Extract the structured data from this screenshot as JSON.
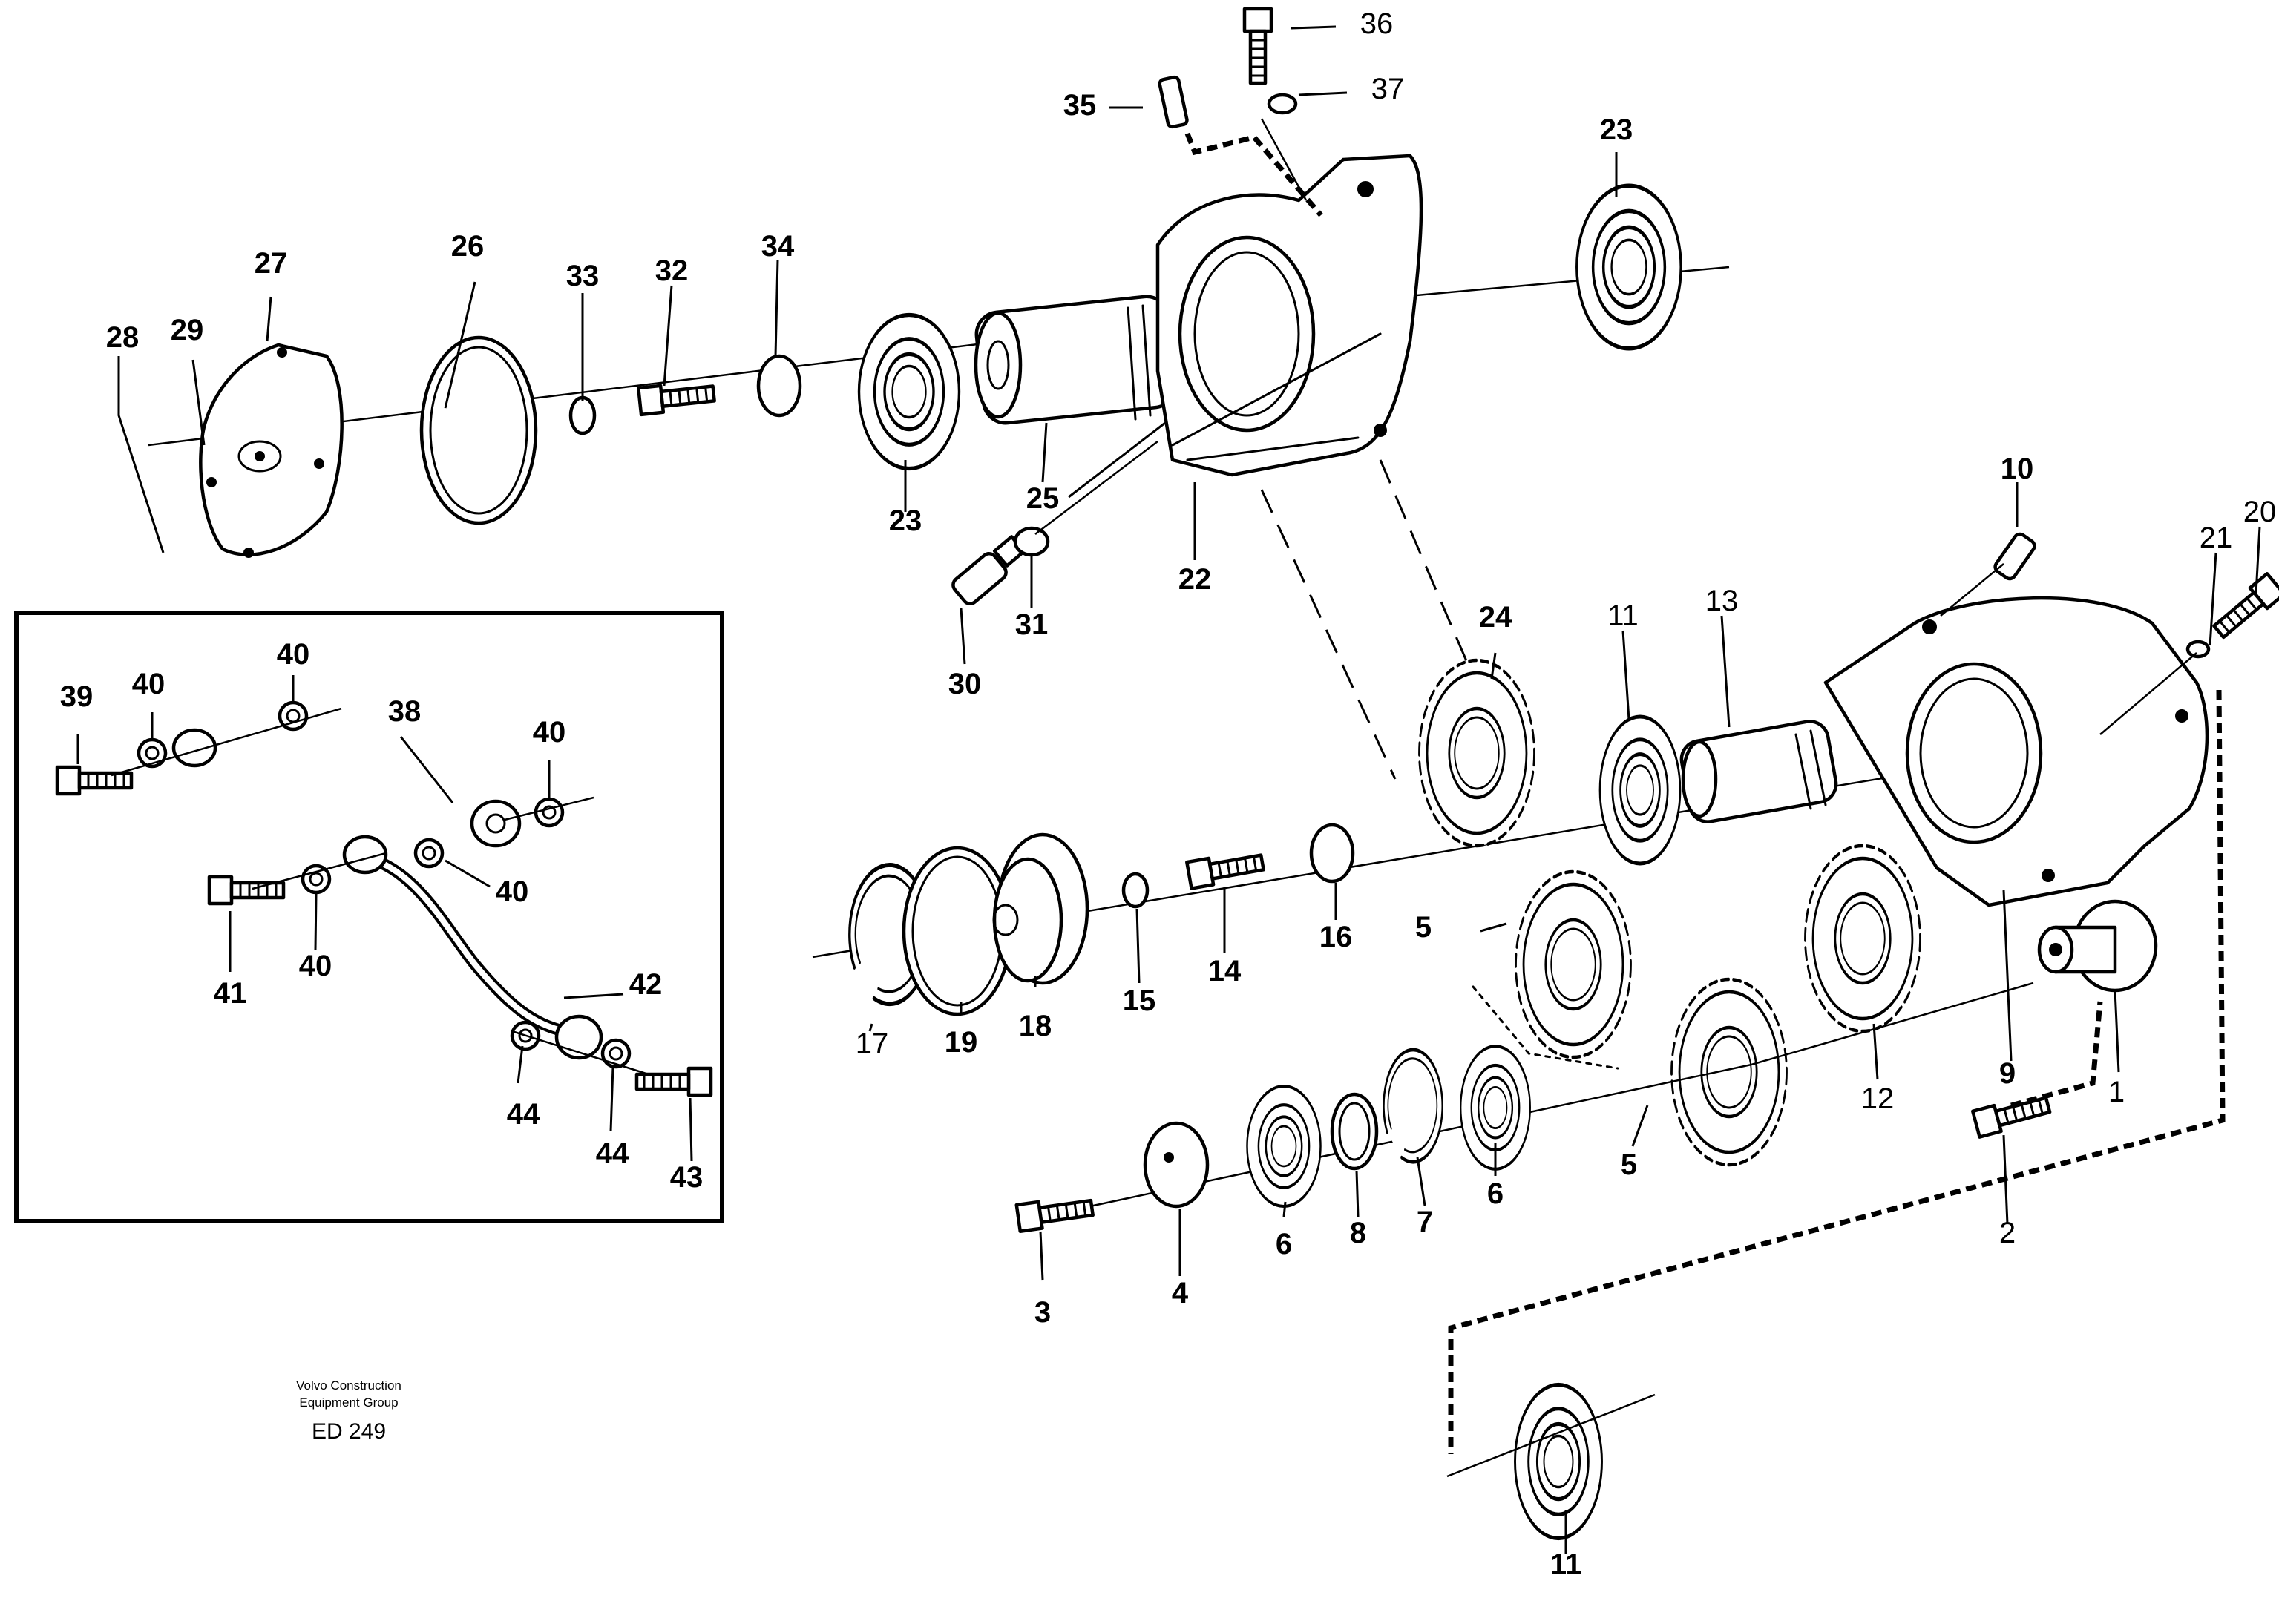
{
  "credit": {
    "line1": "Volvo Construction",
    "line2": "Equipment Group",
    "code": "ED 249"
  },
  "callouts": [
    {
      "key": "c1",
      "text": "1",
      "bold": false
    },
    {
      "key": "c2",
      "text": "2",
      "bold": false
    },
    {
      "key": "c3",
      "text": "3",
      "bold": true
    },
    {
      "key": "c4",
      "text": "4",
      "bold": true
    },
    {
      "key": "c5a",
      "text": "5",
      "bold": true
    },
    {
      "key": "c5b",
      "text": "5",
      "bold": true
    },
    {
      "key": "c6a",
      "text": "6",
      "bold": true
    },
    {
      "key": "c6b",
      "text": "6",
      "bold": true
    },
    {
      "key": "c7",
      "text": "7",
      "bold": true
    },
    {
      "key": "c8",
      "text": "8",
      "bold": true
    },
    {
      "key": "c9",
      "text": "9",
      "bold": true
    },
    {
      "key": "c10",
      "text": "10",
      "bold": true
    },
    {
      "key": "c11a",
      "text": "11",
      "bold": false
    },
    {
      "key": "c11b",
      "text": "11",
      "bold": true
    },
    {
      "key": "c12",
      "text": "12",
      "bold": false
    },
    {
      "key": "c13",
      "text": "13",
      "bold": false
    },
    {
      "key": "c14",
      "text": "14",
      "bold": true
    },
    {
      "key": "c15",
      "text": "15",
      "bold": true
    },
    {
      "key": "c16",
      "text": "16",
      "bold": true
    },
    {
      "key": "c17",
      "text": "17",
      "bold": false
    },
    {
      "key": "c18",
      "text": "18",
      "bold": true
    },
    {
      "key": "c19",
      "text": "19",
      "bold": true
    },
    {
      "key": "c20",
      "text": "20",
      "bold": false
    },
    {
      "key": "c21",
      "text": "21",
      "bold": false
    },
    {
      "key": "c22",
      "text": "22",
      "bold": true
    },
    {
      "key": "c23a",
      "text": "23",
      "bold": true
    },
    {
      "key": "c23b",
      "text": "23",
      "bold": true
    },
    {
      "key": "c24",
      "text": "24",
      "bold": true
    },
    {
      "key": "c25",
      "text": "25",
      "bold": true
    },
    {
      "key": "c26",
      "text": "26",
      "bold": true
    },
    {
      "key": "c27",
      "text": "27",
      "bold": true
    },
    {
      "key": "c28",
      "text": "28",
      "bold": true
    },
    {
      "key": "c29",
      "text": "29",
      "bold": true
    },
    {
      "key": "c30",
      "text": "30",
      "bold": true
    },
    {
      "key": "c31",
      "text": "31",
      "bold": true
    },
    {
      "key": "c32",
      "text": "32",
      "bold": true
    },
    {
      "key": "c33",
      "text": "33",
      "bold": true
    },
    {
      "key": "c34",
      "text": "34",
      "bold": true
    },
    {
      "key": "c35",
      "text": "35",
      "bold": true
    },
    {
      "key": "c36",
      "text": "36",
      "bold": false
    },
    {
      "key": "c37",
      "text": "37",
      "bold": false
    },
    {
      "key": "c38",
      "text": "38",
      "bold": true
    },
    {
      "key": "c39",
      "text": "39",
      "bold": true
    },
    {
      "key": "c40a",
      "text": "40",
      "bold": true
    },
    {
      "key": "c40b",
      "text": "40",
      "bold": true
    },
    {
      "key": "c40c",
      "text": "40",
      "bold": true
    },
    {
      "key": "c40d",
      "text": "40",
      "bold": true
    },
    {
      "key": "c40e",
      "text": "40",
      "bold": true
    },
    {
      "key": "c41",
      "text": "41",
      "bold": true
    },
    {
      "key": "c42",
      "text": "42",
      "bold": true
    },
    {
      "key": "c43",
      "text": "43",
      "bold": true
    },
    {
      "key": "c44a",
      "text": "44",
      "bold": true
    },
    {
      "key": "c44b",
      "text": "44",
      "bold": true
    }
  ]
}
